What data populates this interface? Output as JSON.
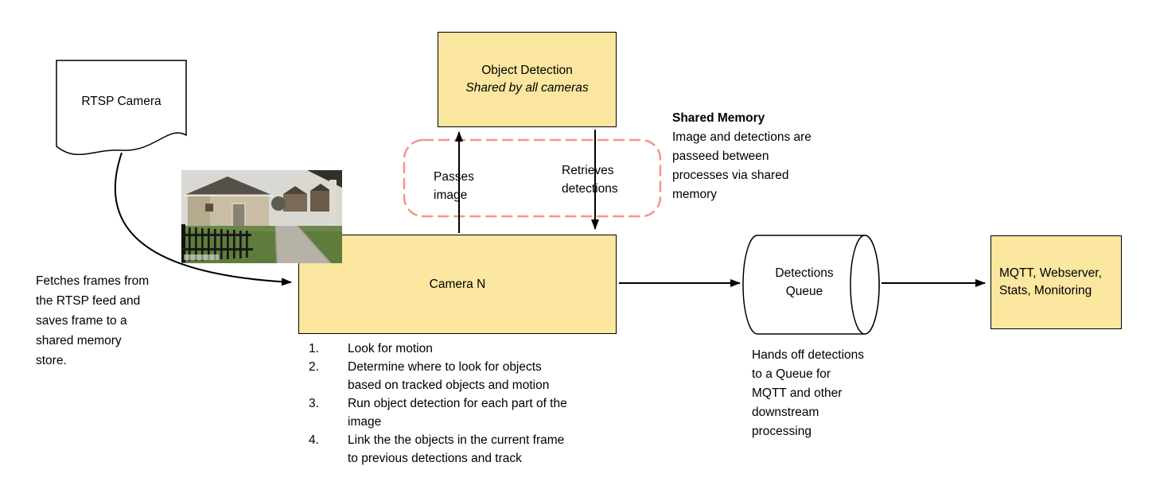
{
  "diagram": {
    "colors": {
      "node_fill": "#FBE7A0",
      "node_border": "#000000",
      "shared_memory_dash": "#F0968A",
      "arrow": "#000000",
      "background": "#FFFFFF"
    },
    "nodes": {
      "rtsp_camera": {
        "label": "RTSP Camera"
      },
      "object_detection": {
        "title": "Object Detection",
        "subtitle": "Shared by all cameras"
      },
      "camera_n": {
        "label": "Camera N"
      },
      "detections_queue": {
        "label": "Detections\nQueue"
      },
      "mqtt_webserver": {
        "label": "MQTT, Webserver,\nStats, Monitoring"
      }
    },
    "edges": {
      "passes_image": "Passes\nimage",
      "retrieves_detections": "Retrieves\ndetections"
    },
    "notes": {
      "fetch": "Fetches frames from\nthe RTSP feed and\nsaves frame to a\nshared memory\nstore.",
      "shared_memory_title": "Shared Memory",
      "shared_memory_body": "Image and detections are\npasseed between\nprocesses via shared\nmemory",
      "queue_handoff": "Hands off detections\nto a Queue for\nMQTT and other\ndownstream\nprocessing"
    },
    "camera_steps": [
      {
        "num": "1.",
        "text": "Look for motion"
      },
      {
        "num": "2.",
        "text": "Determine where to look for objects\nbased on tracked objects and motion"
      },
      {
        "num": "3.",
        "text": "Run object detection for each part of the\nimage"
      },
      {
        "num": "4.",
        "text": "Link the the objects in the current frame\nto previous detections and track"
      }
    ]
  }
}
